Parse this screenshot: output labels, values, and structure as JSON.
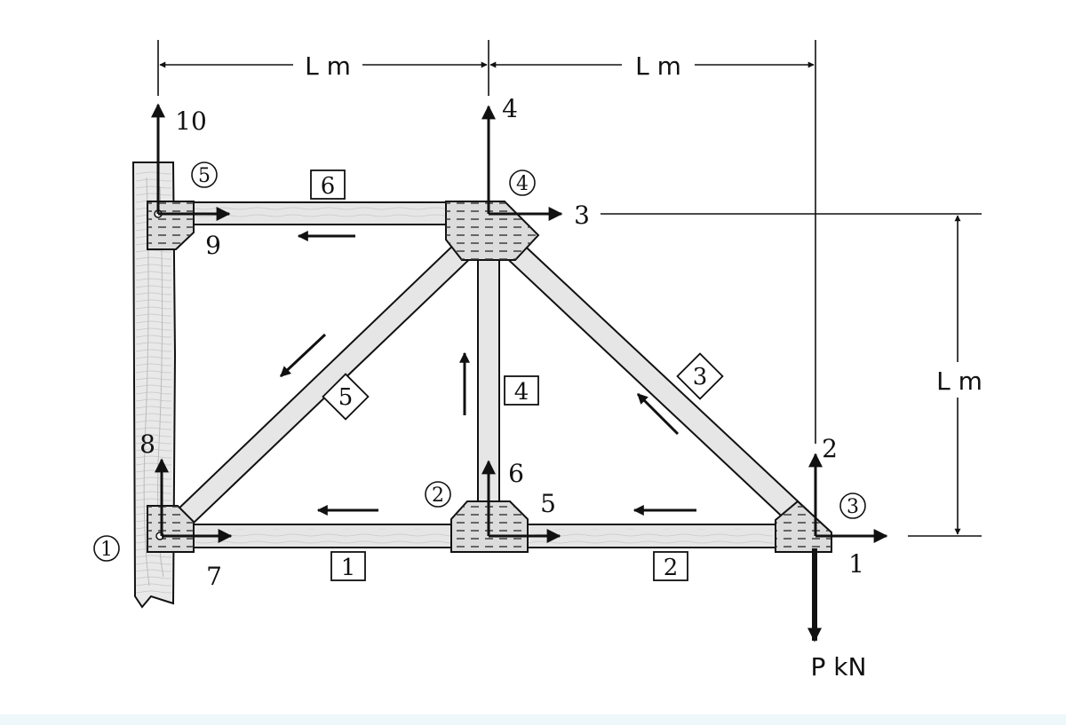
{
  "dimensions": {
    "top_left_span": "L m",
    "top_right_span": "L m",
    "right_height": "L m"
  },
  "nodes": [
    {
      "id": "node-1",
      "label": "1"
    },
    {
      "id": "node-2",
      "label": "2"
    },
    {
      "id": "node-3",
      "label": "3"
    },
    {
      "id": "node-4",
      "label": "4"
    },
    {
      "id": "node-5",
      "label": "5"
    }
  ],
  "elements": [
    {
      "id": "element-1",
      "label": "1"
    },
    {
      "id": "element-2",
      "label": "2"
    },
    {
      "id": "element-3",
      "label": "3"
    },
    {
      "id": "element-4",
      "label": "4"
    },
    {
      "id": "element-5",
      "label": "5"
    },
    {
      "id": "element-6",
      "label": "6"
    }
  ],
  "dofs": [
    "1",
    "2",
    "3",
    "4",
    "5",
    "6",
    "7",
    "8",
    "9",
    "10"
  ],
  "load": "P kN",
  "colors": {
    "line": "#111111",
    "member_fill": "#e6e6e6",
    "gusset_fill": "#dcdcdc",
    "wall_fill": "#e9e9e9",
    "bottom_strip": "#eef8fa"
  }
}
